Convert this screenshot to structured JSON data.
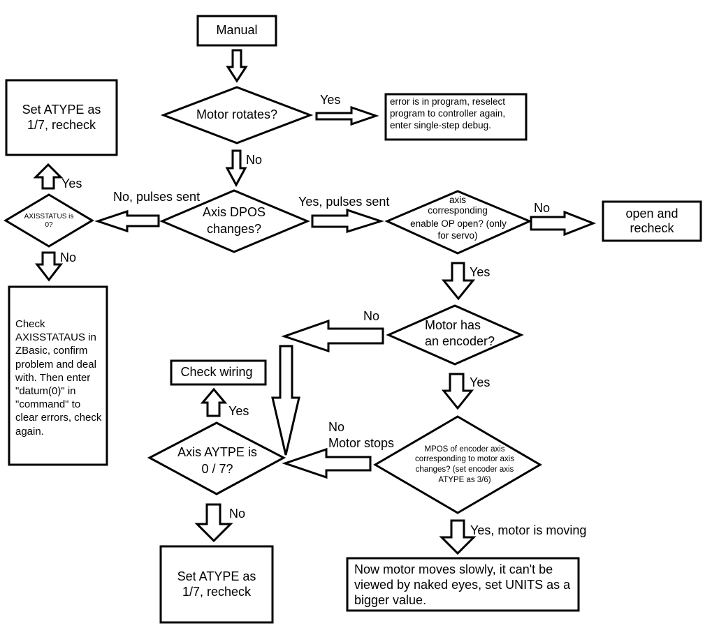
{
  "nodes": {
    "manual": "Manual",
    "motor_rotates": "Motor rotates?",
    "program_error": "error is in program, reselect program to controller again, enter single-step debug.",
    "set_atype_top": "Set ATYPE as 1/7, recheck",
    "axisstatus": "AXISSTATUS is 0?",
    "dpos_line1": "Axis DPOS",
    "dpos_line2": "changes?",
    "enable_line1": "axis",
    "enable_line2": "corresponding",
    "enable_line3": "enable OP open? (only",
    "enable_line4": "for servo)",
    "open_recheck": "open and recheck",
    "check_axisstatus": "Check AXISSTATAUS in ZBasic, confirm problem and deal with. Then enter \"datum(0)\" in \"command\" to clear errors, check again.",
    "encoder_line1": "Motor has",
    "encoder_line2": "an encoder?",
    "check_wiring": "Check wiring",
    "aytpe_line1": "Axis AYTPE is",
    "aytpe_line2": "0 / 7?",
    "mpos": "MPOS of encoder axis corresponding to motor axis changes? (set encoder axis ATYPE as 3/6)",
    "set_atype_bottom": "Set ATYPE as 1/7, recheck",
    "moves_slowly": "Now motor moves slowly, it can't be viewed by naked eyes, set UNITS as a bigger value."
  },
  "labels": {
    "yes_rotates": "Yes",
    "no_rotates": "No",
    "no_pulses": "No, pulses sent",
    "yes_pulses": "Yes, pulses sent",
    "yes_axisstatus": "Yes",
    "no_axisstatus": "No",
    "no_enable": "No",
    "yes_enable": "Yes",
    "no_encoder": "No",
    "yes_encoder": "Yes",
    "yes_aytpe": "Yes",
    "no_aytpe": "No",
    "no_motor_stops_1": "No",
    "no_motor_stops_2": "Motor stops",
    "yes_moving": "Yes, motor is moving"
  }
}
